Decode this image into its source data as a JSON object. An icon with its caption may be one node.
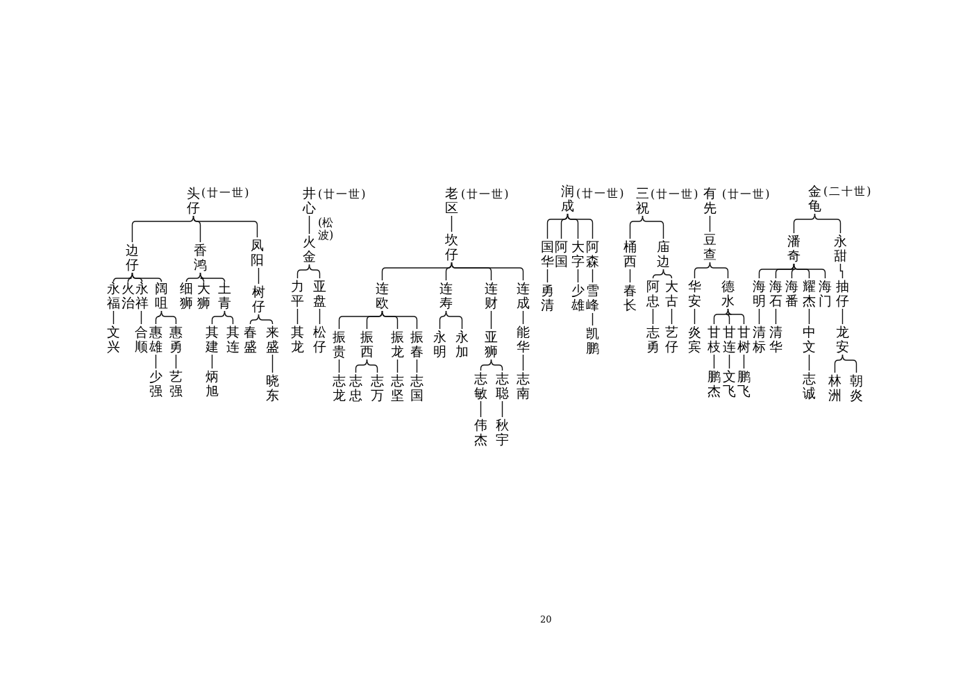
{
  "diagram": {
    "nodes": [
      {
        "text": [
          "头仔"
        ],
        "beside": [
          "(廿一世)"
        ]
      },
      {
        "text": [
          "边仔"
        ]
      },
      {
        "text": [
          "香鸿"
        ]
      },
      {
        "text": [
          "凤阳"
        ]
      },
      {
        "text": [
          "永福"
        ]
      },
      {
        "text": [
          "火治"
        ]
      },
      {
        "text": [
          "永祥"
        ]
      },
      {
        "text": [
          "阔咀"
        ]
      },
      {
        "text": [
          "细狮"
        ]
      },
      {
        "text": [
          "大狮"
        ]
      },
      {
        "text": [
          "土青"
        ]
      },
      {
        "text": [
          "树仔"
        ]
      },
      {
        "text": [
          "文兴"
        ]
      },
      {
        "text": [
          "合顺"
        ]
      },
      {
        "text": [
          "惠雄"
        ]
      },
      {
        "text": [
          "惠勇"
        ]
      },
      {
        "text": [
          "其建"
        ]
      },
      {
        "text": [
          "其连"
        ]
      },
      {
        "text": [
          "春盛"
        ]
      },
      {
        "text": [
          "来盛"
        ]
      },
      {
        "text": [
          "少强"
        ]
      },
      {
        "text": [
          "艺强"
        ]
      },
      {
        "text": [
          "炳旭"
        ]
      },
      {
        "text": [
          "晓东"
        ]
      },
      {
        "text": [
          "井心"
        ],
        "beside": [
          "(廿一世)"
        ]
      },
      {
        "text": [
          "火金"
        ],
        "beside": [
          "(松波)"
        ]
      },
      {
        "text": [
          "力平"
        ]
      },
      {
        "text": [
          "亚盘"
        ]
      },
      {
        "text": [
          "其龙"
        ]
      },
      {
        "text": [
          "松仔"
        ]
      },
      {
        "text": [
          "老区"
        ],
        "beside": [
          "(廿一世)"
        ]
      },
      {
        "text": [
          "坎仔"
        ]
      },
      {
        "text": [
          "连欧"
        ]
      },
      {
        "text": [
          "连寿"
        ]
      },
      {
        "text": [
          "连财"
        ]
      },
      {
        "text": [
          "连成"
        ]
      },
      {
        "text": [
          "振贵"
        ]
      },
      {
        "text": [
          "振西"
        ]
      },
      {
        "text": [
          "振龙"
        ]
      },
      {
        "text": [
          "振春"
        ]
      },
      {
        "text": [
          "永明"
        ]
      },
      {
        "text": [
          "永加"
        ]
      },
      {
        "text": [
          "亚狮"
        ]
      },
      {
        "text": [
          "能华"
        ]
      },
      {
        "text": [
          "志龙"
        ]
      },
      {
        "text": [
          "志忠"
        ]
      },
      {
        "text": [
          "志万"
        ]
      },
      {
        "text": [
          "志坚"
        ]
      },
      {
        "text": [
          "志国"
        ]
      },
      {
        "text": [
          "志敏"
        ]
      },
      {
        "text": [
          "志聪"
        ]
      },
      {
        "text": [
          "志南"
        ]
      },
      {
        "text": [
          "伟杰"
        ]
      },
      {
        "text": [
          "秋宇"
        ]
      },
      {
        "text": [
          "润成"
        ],
        "beside": [
          "(廿一世)"
        ]
      },
      {
        "text": [
          "国华"
        ]
      },
      {
        "text": [
          "阿国"
        ]
      },
      {
        "text": [
          "大字"
        ]
      },
      {
        "text": [
          "阿森"
        ]
      },
      {
        "text": [
          "勇清"
        ]
      },
      {
        "text": [
          "少雄"
        ]
      },
      {
        "text": [
          "雪峰"
        ]
      },
      {
        "text": [
          "凯鹏"
        ]
      },
      {
        "text": [
          "三祝"
        ],
        "beside": [
          "(廿一世)"
        ]
      },
      {
        "text": [
          "桶西"
        ]
      },
      {
        "text": [
          "庙边"
        ]
      },
      {
        "text": [
          "春长"
        ]
      },
      {
        "text": [
          "阿忠"
        ]
      },
      {
        "text": [
          "大古"
        ]
      },
      {
        "text": [
          "志勇"
        ]
      },
      {
        "text": [
          "艺仔"
        ]
      },
      {
        "text": [
          "有先"
        ],
        "beside": [
          "(廿一世)"
        ]
      },
      {
        "text": [
          "豆查"
        ]
      },
      {
        "text": [
          "华安"
        ]
      },
      {
        "text": [
          "德水"
        ]
      },
      {
        "text": [
          "炎宾"
        ]
      },
      {
        "text": [
          "甘枝"
        ]
      },
      {
        "text": [
          "甘连"
        ]
      },
      {
        "text": [
          "甘树"
        ]
      },
      {
        "text": [
          "鹏杰"
        ]
      },
      {
        "text": [
          "文飞"
        ]
      },
      {
        "text": [
          "鹏飞"
        ]
      },
      {
        "text": [
          "金龟"
        ],
        "beside": [
          "(二十世)"
        ]
      },
      {
        "text": [
          "潘奇"
        ]
      },
      {
        "text": [
          "永甜"
        ]
      },
      {
        "text": [
          "海明"
        ]
      },
      {
        "text": [
          "海石"
        ]
      },
      {
        "text": [
          "海番"
        ]
      },
      {
        "text": [
          "耀杰"
        ]
      },
      {
        "text": [
          "海门"
        ]
      },
      {
        "text": [
          "抽仔"
        ]
      },
      {
        "text": [
          "清标"
        ]
      },
      {
        "text": [
          "清华"
        ]
      },
      {
        "text": [
          "中文"
        ]
      },
      {
        "text": [
          "龙安"
        ]
      },
      {
        "text": [
          "志诚"
        ]
      },
      {
        "text": [
          "林洲"
        ]
      },
      {
        "text": [
          "朝炎"
        ]
      }
    ],
    "edges": [
      {
        "from": 0,
        "to": 1,
        "arrow": "none"
      },
      {
        "from": 0,
        "to": 2,
        "arrow": "none"
      },
      {
        "from": 0,
        "to": 3,
        "arrow": "none"
      },
      {
        "from": 1,
        "to": 4,
        "arrow": "none"
      },
      {
        "from": 1,
        "to": 5,
        "arrow": "none"
      },
      {
        "from": 1,
        "to": 6,
        "arrow": "none"
      },
      {
        "from": 1,
        "to": 7,
        "arrow": "none"
      },
      {
        "from": 2,
        "to": 8,
        "arrow": "none"
      },
      {
        "from": 2,
        "to": 9,
        "arrow": "none"
      },
      {
        "from": 2,
        "to": 10,
        "arrow": "none"
      },
      {
        "from": 3,
        "to": 11,
        "arrow": "none"
      },
      {
        "from": 4,
        "to": 12,
        "arrow": "none"
      },
      {
        "from": 6,
        "to": 13,
        "arrow": "none"
      },
      {
        "from": 7,
        "to": 14,
        "arrow": "none"
      },
      {
        "from": 7,
        "to": 15,
        "arrow": "none"
      },
      {
        "from": 10,
        "to": 16,
        "arrow": "none"
      },
      {
        "from": 10,
        "to": 17,
        "arrow": "none"
      },
      {
        "from": 11,
        "to": 18,
        "arrow": "none"
      },
      {
        "from": 11,
        "to": 19,
        "arrow": "none"
      },
      {
        "from": 14,
        "to": 20,
        "arrow": "none"
      },
      {
        "from": 15,
        "to": 21,
        "arrow": "none"
      },
      {
        "from": 16,
        "to": 22,
        "arrow": "none"
      },
      {
        "from": 19,
        "to": 23,
        "arrow": "none"
      },
      {
        "from": 24,
        "to": 25,
        "arrow": "none"
      },
      {
        "from": 25,
        "to": 26,
        "arrow": "none"
      },
      {
        "from": 25,
        "to": 27,
        "arrow": "none"
      },
      {
        "from": 26,
        "to": 28,
        "arrow": "none"
      },
      {
        "from": 27,
        "to": 29,
        "arrow": "none"
      },
      {
        "from": 30,
        "to": 31,
        "arrow": "none"
      },
      {
        "from": 31,
        "to": 32,
        "arrow": "none"
      },
      {
        "from": 31,
        "to": 33,
        "arrow": "none"
      },
      {
        "from": 31,
        "to": 34,
        "arrow": "none"
      },
      {
        "from": 31,
        "to": 35,
        "arrow": "none"
      },
      {
        "from": 32,
        "to": 36,
        "arrow": "none"
      },
      {
        "from": 32,
        "to": 37,
        "arrow": "none"
      },
      {
        "from": 32,
        "to": 38,
        "arrow": "none"
      },
      {
        "from": 32,
        "to": 39,
        "arrow": "none"
      },
      {
        "from": 33,
        "to": 40,
        "arrow": "none"
      },
      {
        "from": 33,
        "to": 41,
        "arrow": "none"
      },
      {
        "from": 34,
        "to": 42,
        "arrow": "none"
      },
      {
        "from": 35,
        "to": 43,
        "arrow": "none"
      },
      {
        "from": 36,
        "to": 44,
        "arrow": "none"
      },
      {
        "from": 37,
        "to": 45,
        "arrow": "none"
      },
      {
        "from": 37,
        "to": 46,
        "arrow": "none"
      },
      {
        "from": 38,
        "to": 47,
        "arrow": "none"
      },
      {
        "from": 39,
        "to": 48,
        "arrow": "none"
      },
      {
        "from": 42,
        "to": 49,
        "arrow": "none"
      },
      {
        "from": 42,
        "to": 50,
        "arrow": "none"
      },
      {
        "from": 43,
        "to": 51,
        "arrow": "none"
      },
      {
        "from": 49,
        "to": 52,
        "arrow": "none"
      },
      {
        "from": 50,
        "to": 53,
        "arrow": "none"
      },
      {
        "from": 54,
        "to": 55,
        "arrow": "none"
      },
      {
        "from": 54,
        "to": 56,
        "arrow": "none"
      },
      {
        "from": 54,
        "to": 57,
        "arrow": "none"
      },
      {
        "from": 54,
        "to": 58,
        "arrow": "none"
      },
      {
        "from": 55,
        "to": 59,
        "arrow": "none"
      },
      {
        "from": 57,
        "to": 60,
        "arrow": "none"
      },
      {
        "from": 58,
        "to": 61,
        "arrow": "none"
      },
      {
        "from": 61,
        "to": 62,
        "arrow": "none"
      },
      {
        "from": 63,
        "to": 64,
        "arrow": "none"
      },
      {
        "from": 63,
        "to": 65,
        "arrow": "none"
      },
      {
        "from": 64,
        "to": 66,
        "arrow": "none"
      },
      {
        "from": 65,
        "to": 67,
        "arrow": "none"
      },
      {
        "from": 65,
        "to": 68,
        "arrow": "none"
      },
      {
        "from": 67,
        "to": 69,
        "arrow": "none"
      },
      {
        "from": 68,
        "to": 70,
        "arrow": "none"
      },
      {
        "from": 71,
        "to": 72,
        "arrow": "none"
      },
      {
        "from": 72,
        "to": 73,
        "arrow": "none"
      },
      {
        "from": 72,
        "to": 74,
        "arrow": "none"
      },
      {
        "from": 73,
        "to": 75,
        "arrow": "none"
      },
      {
        "from": 74,
        "to": 76,
        "arrow": "none"
      },
      {
        "from": 74,
        "to": 77,
        "arrow": "none"
      },
      {
        "from": 74,
        "to": 78,
        "arrow": "none"
      },
      {
        "from": 76,
        "to": 79,
        "arrow": "none"
      },
      {
        "from": 77,
        "to": 80,
        "arrow": "none"
      },
      {
        "from": 78,
        "to": 81,
        "arrow": "none"
      },
      {
        "from": 82,
        "to": 83,
        "arrow": "none"
      },
      {
        "from": 82,
        "to": 84,
        "arrow": "none"
      },
      {
        "from": 83,
        "to": 85,
        "arrow": "none"
      },
      {
        "from": 83,
        "to": 86,
        "arrow": "none"
      },
      {
        "from": 83,
        "to": 87,
        "arrow": "none"
      },
      {
        "from": 83,
        "to": 88,
        "arrow": "none"
      },
      {
        "from": 83,
        "to": 89,
        "arrow": "none"
      },
      {
        "from": 84,
        "to": 90,
        "arrow": "none"
      },
      {
        "from": 85,
        "to": 91,
        "arrow": "none"
      },
      {
        "from": 86,
        "to": 92,
        "arrow": "none"
      },
      {
        "from": 88,
        "to": 93,
        "arrow": "none"
      },
      {
        "from": 90,
        "to": 94,
        "arrow": "none"
      },
      {
        "from": 93,
        "to": 95,
        "arrow": "none"
      },
      {
        "from": 94,
        "to": 96,
        "arrow": "none"
      },
      {
        "from": 94,
        "to": 97,
        "arrow": "none"
      }
    ],
    "labels": [
      "20"
    ]
  }
}
